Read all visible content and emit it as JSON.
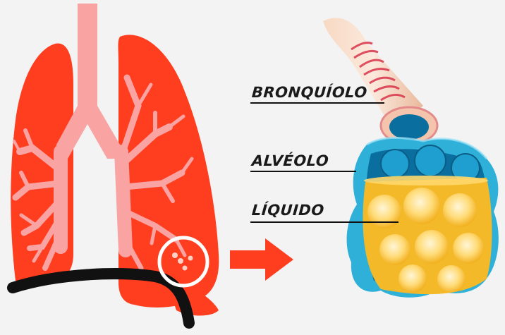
{
  "labels": {
    "bronchiole": "BRONQUÍOLO",
    "alveolus": "ALVÉOLO",
    "liquid": "LÍQUIDO"
  },
  "colors": {
    "background": "#f2f2f2",
    "lung": "#ff3d1f",
    "airway": "#f9a3a3",
    "diaphragm": "#111111",
    "bronchiole_tube": "#f5d2b8",
    "bronchiole_muscle": "#d8334a",
    "alveolus_outer": "#2eb0d8",
    "alveolus_inner": "#0a6f9e",
    "liquid": "#f4b928",
    "arrow": "#ff3d1f"
  },
  "icons": {
    "zoom_marker": "circle-outline-icon",
    "direction": "arrow-right-icon"
  }
}
